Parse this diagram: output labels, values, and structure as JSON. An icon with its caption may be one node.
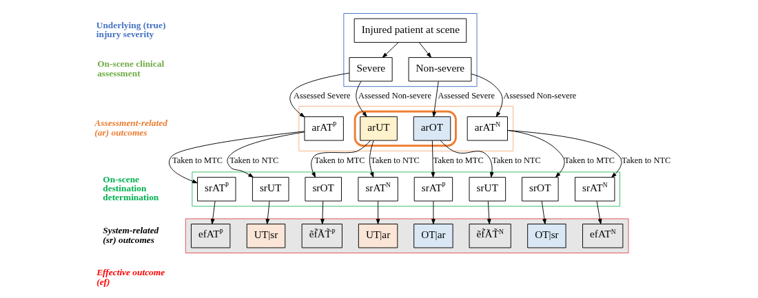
{
  "diagram": {
    "nodes": [
      {
        "text": [],
        "shape": "box"
      },
      {
        "text": [
          "Injured patient at scene"
        ],
        "in": 0
      },
      {
        "text": [
          "Severe"
        ],
        "in": 0
      },
      {
        "text": [
          "Non-severe"
        ],
        "in": 0
      },
      {
        "text": [],
        "shape": "box"
      },
      {
        "text": [
          "arAT$^{P}$"
        ],
        "in": 4
      },
      {
        "text": [],
        "shape": "box",
        "in": 4
      },
      {
        "text": [
          "arUT"
        ],
        "in": 6
      },
      {
        "text": [
          "arOT"
        ],
        "in": 6
      },
      {
        "text": [
          "arAT$^{N}$"
        ],
        "in": 4
      },
      {
        "text": [],
        "shape": "box"
      },
      {
        "text": [
          "srAT$^{P}$"
        ],
        "in": 10
      },
      {
        "text": [
          "srUT"
        ],
        "in": 10
      },
      {
        "text": [
          "srOT"
        ],
        "in": 10
      },
      {
        "text": [
          "srAT$^{N}$"
        ],
        "in": 10
      },
      {
        "text": [
          "srAT$^{P}$"
        ],
        "in": 10
      },
      {
        "text": [
          "srUT"
        ],
        "in": 10
      },
      {
        "text": [
          "srOT"
        ],
        "in": 10
      },
      {
        "text": [
          "srAT$^{N}$"
        ],
        "in": 10
      },
      {
        "text": [],
        "shape": "box"
      },
      {
        "text": [
          "efAT$^{P}$"
        ],
        "in": 19
      },
      {
        "text": [
          "UT|sr"
        ],
        "in": 19
      },
      {
        "text": [
          "ẽf̃ÃT̃$^{P}$"
        ],
        "in": 19
      },
      {
        "text": [
          "UT|ar"
        ],
        "in": 19
      },
      {
        "text": [
          "OT|ar"
        ],
        "in": 19
      },
      {
        "text": [
          "ẽf̃ÃT̃$^{N}$"
        ],
        "in": 19
      },
      {
        "text": [
          "OT|sr"
        ],
        "in": 19
      },
      {
        "text": [
          "efAT$^{N}$"
        ],
        "in": 19
      }
    ],
    "edges": [
      {
        "from": 1,
        "to": 2,
        "arrow": "to"
      },
      {
        "from": 1,
        "to": 3,
        "arrow": "to"
      },
      {
        "from": 2,
        "to": 5,
        "arrow": "to",
        "label": "Assessed Severe"
      },
      {
        "from": 2,
        "to": 7,
        "arrow": "to",
        "label": "Assessed Non-severe"
      },
      {
        "from": 3,
        "to": 8,
        "arrow": "to",
        "label": "Assessed Severe"
      },
      {
        "from": 3,
        "to": 9,
        "arrow": "to",
        "label": "Assessed Non-severe"
      },
      {
        "from": 5,
        "to": 11,
        "arrow": "to",
        "label": "Taken to MTC"
      },
      {
        "from": 5,
        "to": 12,
        "arrow": "to",
        "label": "Taken to NTC"
      },
      {
        "from": 7,
        "to": 13,
        "arrow": "to",
        "label": "Taken to MTC"
      },
      {
        "from": 7,
        "to": 14,
        "arrow": "to",
        "label": "Taken to NTC"
      },
      {
        "from": 8,
        "to": 15,
        "arrow": "to",
        "label": "Taken to MTC"
      },
      {
        "from": 8,
        "to": 16,
        "arrow": "to",
        "label": "Taken to NTC"
      },
      {
        "from": 9,
        "to": 17,
        "arrow": "to",
        "label": "Taken to MTC"
      },
      {
        "from": 9,
        "to": 18,
        "arrow": "to",
        "label": "Taken to NTC"
      },
      {
        "from": 11,
        "to": 20,
        "arrow": "to"
      },
      {
        "from": 12,
        "to": 21,
        "arrow": "to"
      },
      {
        "from": 13,
        "to": 22,
        "arrow": "to"
      },
      {
        "from": 14,
        "to": 23,
        "arrow": "to"
      },
      {
        "from": 15,
        "to": 24,
        "arrow": "to"
      },
      {
        "from": 16,
        "to": 25,
        "arrow": "to"
      },
      {
        "from": 17,
        "to": 26,
        "arrow": "to"
      },
      {
        "from": 18,
        "to": 27,
        "arrow": "to"
      }
    ],
    "labels": [
      "Underlying (true) injury severity",
      "On-scene clinical assessment",
      "Assessment-related (ar) outcomes",
      "On-scene destination determination",
      "System-related (sr) outcomes",
      "Effective outcome (ef)"
    ]
  }
}
